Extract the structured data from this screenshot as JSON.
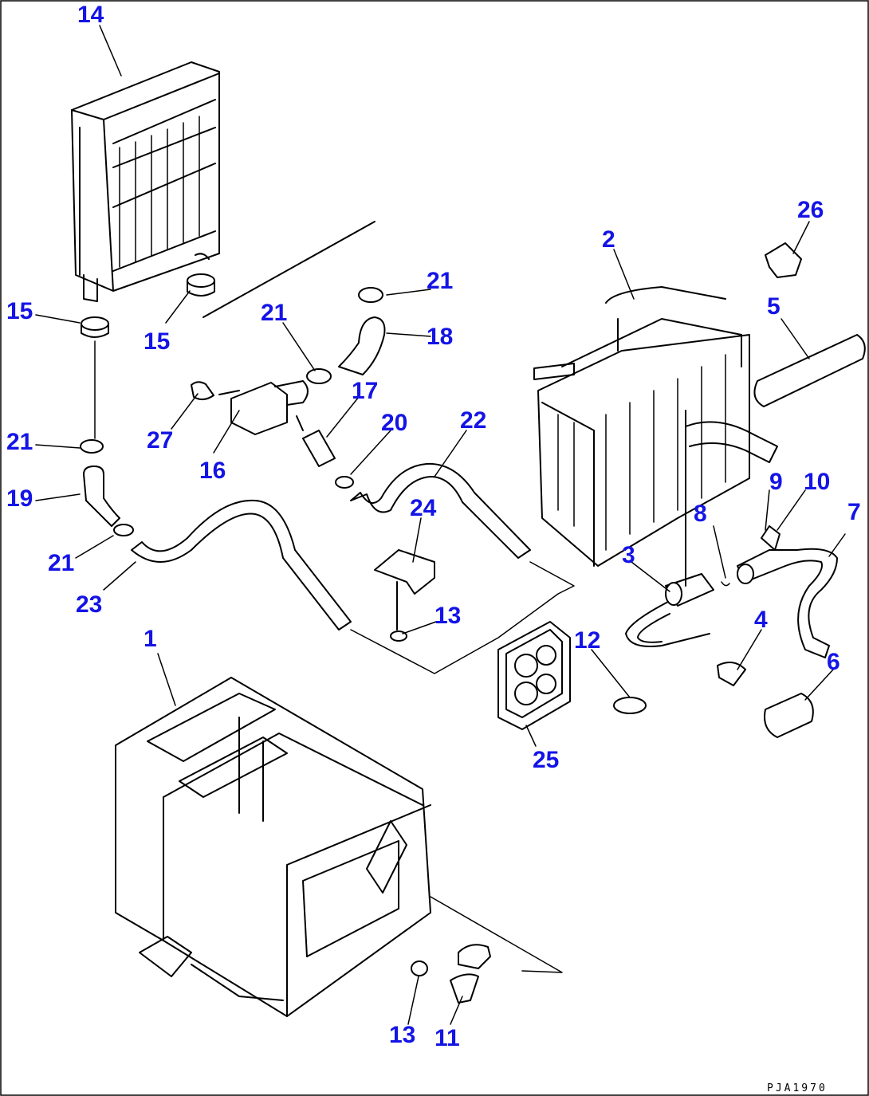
{
  "drawing_code": "PJA1970",
  "callouts": [
    {
      "id": "c1",
      "label": "1"
    },
    {
      "id": "c2",
      "label": "2"
    },
    {
      "id": "c3",
      "label": "3"
    },
    {
      "id": "c4",
      "label": "4"
    },
    {
      "id": "c5",
      "label": "5"
    },
    {
      "id": "c6",
      "label": "6"
    },
    {
      "id": "c7",
      "label": "7"
    },
    {
      "id": "c8",
      "label": "8"
    },
    {
      "id": "c9",
      "label": "9"
    },
    {
      "id": "c10",
      "label": "10"
    },
    {
      "id": "c11",
      "label": "11"
    },
    {
      "id": "c12",
      "label": "12"
    },
    {
      "id": "c13a",
      "label": "13"
    },
    {
      "id": "c13b",
      "label": "13"
    },
    {
      "id": "c14",
      "label": "14"
    },
    {
      "id": "c15a",
      "label": "15"
    },
    {
      "id": "c15b",
      "label": "15"
    },
    {
      "id": "c16",
      "label": "16"
    },
    {
      "id": "c17",
      "label": "17"
    },
    {
      "id": "c18",
      "label": "18"
    },
    {
      "id": "c19",
      "label": "19"
    },
    {
      "id": "c20",
      "label": "20"
    },
    {
      "id": "c21a",
      "label": "21"
    },
    {
      "id": "c21b",
      "label": "21"
    },
    {
      "id": "c21c",
      "label": "21"
    },
    {
      "id": "c21d",
      "label": "21"
    },
    {
      "id": "c22",
      "label": "22"
    },
    {
      "id": "c23",
      "label": "23"
    },
    {
      "id": "c24",
      "label": "24"
    },
    {
      "id": "c25",
      "label": "25"
    },
    {
      "id": "c26",
      "label": "26"
    },
    {
      "id": "c27",
      "label": "27"
    }
  ],
  "colors": {
    "callout": "#1414e6",
    "line": "#000000",
    "background": "#ffffff"
  }
}
